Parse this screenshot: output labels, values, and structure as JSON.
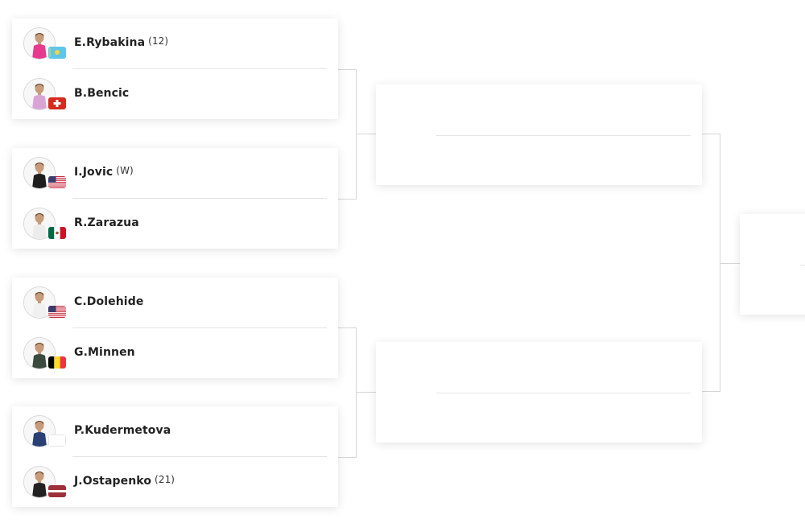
{
  "round1": [
    {
      "top": {
        "name": "E.Rybakina",
        "seed": "(12)",
        "flag": "kazakhstan-flag",
        "shirt": "#e63a8f"
      },
      "bottom": {
        "name": "B.Bencic",
        "seed": "",
        "flag": "switzerland-flag",
        "shirt": "#d9a3d6"
      }
    },
    {
      "top": {
        "name": "I.Jovic",
        "seed": "(W)",
        "flag": "usa-flag",
        "shirt": "#1e1e1e"
      },
      "bottom": {
        "name": "R.Zarazua",
        "seed": "",
        "flag": "mexico-flag",
        "shirt": "#ececec"
      }
    },
    {
      "top": {
        "name": "C.Dolehide",
        "seed": "",
        "flag": "usa-flag",
        "shirt": "#f0f0f0"
      },
      "bottom": {
        "name": "G.Minnen",
        "seed": "",
        "flag": "belgium-flag",
        "shirt": "#3a4a3e"
      }
    },
    {
      "top": {
        "name": "P.Kudermetova",
        "seed": "",
        "flag": "blank-flag",
        "shirt": "#2a3f73"
      },
      "bottom": {
        "name": "J.Ostapenko",
        "seed": "(21)",
        "flag": "latvia-flag",
        "shirt": "#222222"
      }
    }
  ],
  "colors": {
    "divider": "#e4e4e4",
    "connector": "#d6d6d6",
    "text": "#222222"
  }
}
